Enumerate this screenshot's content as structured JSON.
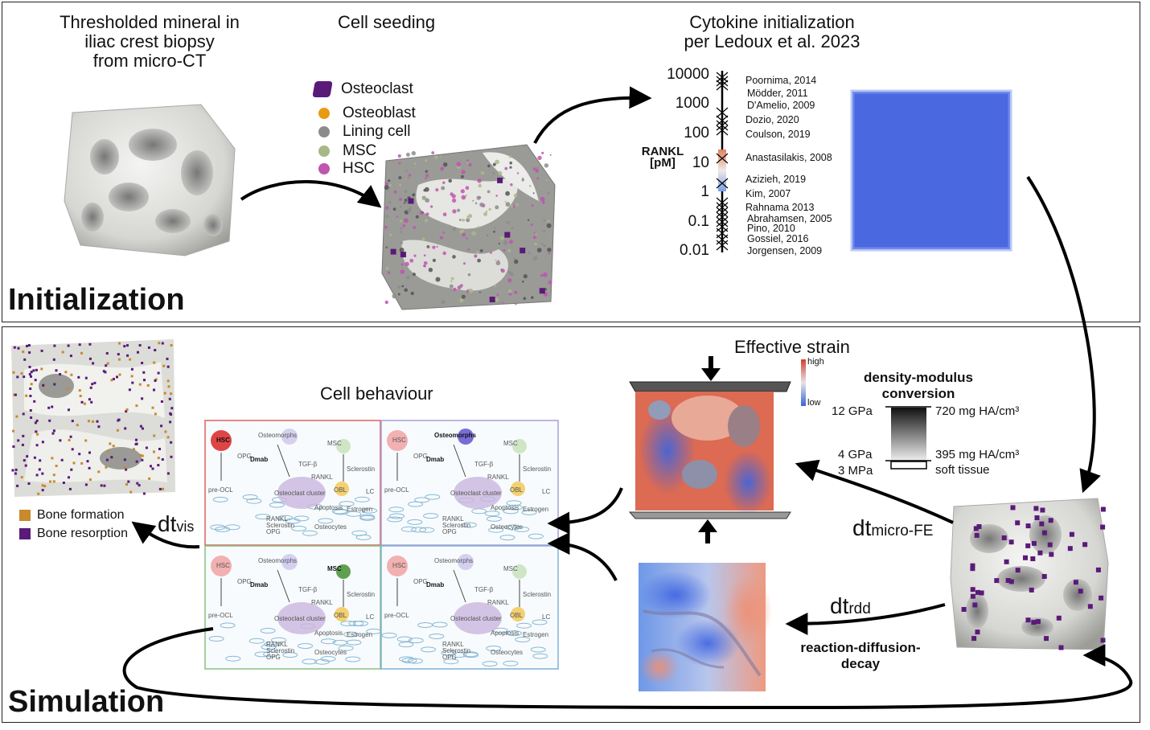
{
  "init": {
    "section_label": "Initialization",
    "micro_ct_title": [
      "Thresholded mineral in",
      "iliac crest biopsy",
      "from micro-CT"
    ],
    "seeding_title": "Cell seeding",
    "legend": [
      {
        "label": "Osteoclast",
        "color": "#5a1a78",
        "icon": "cube-icon"
      },
      {
        "label": "Osteoblast",
        "color": "#e89a10",
        "icon": "dot-icon"
      },
      {
        "label": "Lining cell",
        "color": "#8c8c8c",
        "icon": "dot-icon"
      },
      {
        "label": "MSC",
        "color": "#a8b889",
        "icon": "dot-icon"
      },
      {
        "label": "HSC",
        "color": "#c054b0",
        "icon": "dot-icon"
      }
    ],
    "cytokine_title": [
      "Cytokine initialization",
      "per Ledoux et al. 2023"
    ],
    "rankl_axis": [
      "RANKL",
      "[pM]"
    ],
    "ticks": [
      "10000",
      "1000",
      "100",
      "10",
      "1",
      "0.1",
      "0.01"
    ],
    "refs": [
      "Poornima, 2014",
      "Mödder, 2011",
      "D'Amelio, 2009",
      "Dozio, 2020",
      "Coulson, 2019",
      "Anastasilakis, 2008",
      "Azizieh, 2019",
      "Kim, 2007",
      "Rahnama 2013",
      "Abrahamsen, 2005",
      "Pino, 2010",
      "Gossiel, 2016",
      "Jorgensen, 2009"
    ]
  },
  "sim": {
    "section_label": "Simulation",
    "cell_behaviour_title": "Cell behaviour",
    "strain_title": "Effective strain",
    "strain_high": "high",
    "strain_low": "low",
    "dm_title": [
      "density-modulus",
      "conversion"
    ],
    "dm_left": [
      "12 GPa",
      "4 GPa",
      "3 MPa"
    ],
    "dm_right": [
      "720 mg HA/cm³",
      "395 mg HA/cm³",
      "soft tissue"
    ],
    "dt_vis": {
      "main": "dt",
      "sub": "vis"
    },
    "dt_fe": {
      "main": "dt",
      "sub": "micro-FE"
    },
    "dt_rdd": {
      "main": "dt",
      "sub": "rdd"
    },
    "rdd_label": [
      "reaction-diffusion-",
      "decay"
    ],
    "result_legend": [
      {
        "label": "Bone formation",
        "color": "#c88a2a"
      },
      {
        "label": "Bone resorption",
        "color": "#5a1a78"
      }
    ],
    "network": {
      "nodes": [
        "HSC",
        "Osteomorphs",
        "MSC",
        "TGF-β",
        "Sclerostin",
        "OPG",
        "Dmab",
        "RANKL",
        "Osteoclast cluster",
        "pre-OCL",
        "OBL",
        "LC",
        "Apoptosis",
        "Estrogen",
        "Osteocytes",
        "RANKL",
        "Sclerostin",
        "OPG"
      ]
    }
  }
}
